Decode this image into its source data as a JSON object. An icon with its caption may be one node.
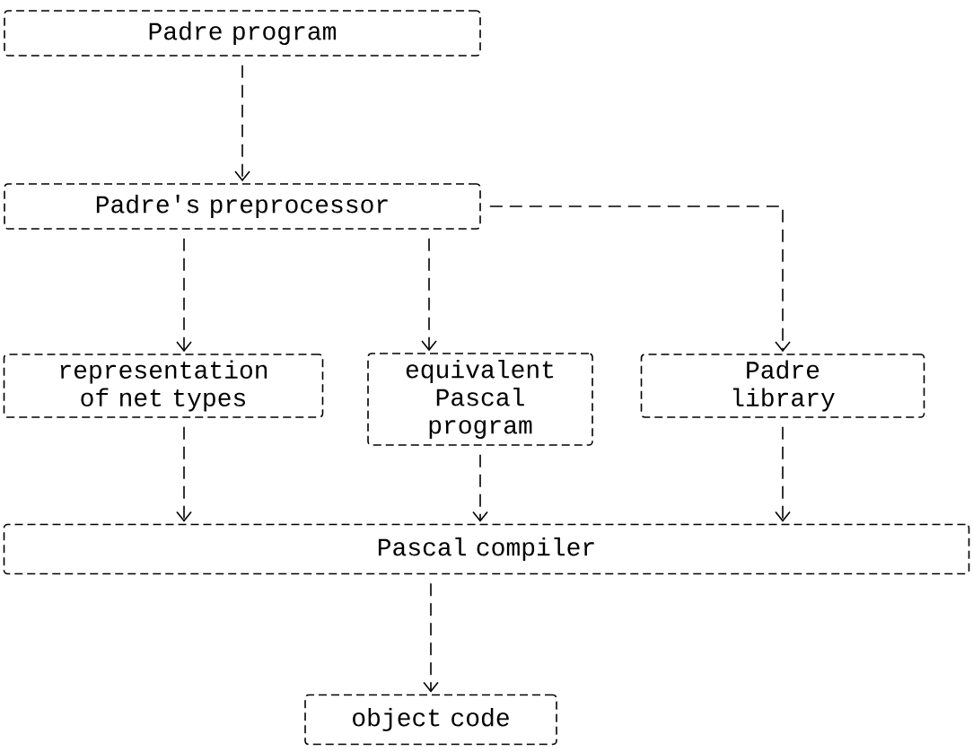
{
  "diagram": {
    "nodes": [
      {
        "text": [
          "Padre program"
        ]
      },
      {
        "text": [
          "Padre's preprocessor"
        ]
      },
      {
        "text": [
          "representation of net types"
        ]
      },
      {
        "text": [
          "equivalent Pascal program"
        ]
      },
      {
        "text": [
          "Padre library"
        ]
      },
      {
        "text": [
          "Pascal compiler"
        ]
      },
      {
        "text": [
          "object code"
        ]
      }
    ],
    "edges": [
      {
        "from": 0,
        "to": 1,
        "arrow": "to"
      },
      {
        "from": 1,
        "to": 2,
        "arrow": "to"
      },
      {
        "from": 1,
        "to": 3,
        "arrow": "to"
      },
      {
        "from": 1,
        "to": 4,
        "arrow": "to"
      },
      {
        "from": 2,
        "to": 5,
        "arrow": "to"
      },
      {
        "from": 3,
        "to": 5,
        "arrow": "to"
      },
      {
        "from": 4,
        "to": 5,
        "arrow": "to"
      },
      {
        "from": 5,
        "to": 6,
        "arrow": "to"
      }
    ]
  }
}
